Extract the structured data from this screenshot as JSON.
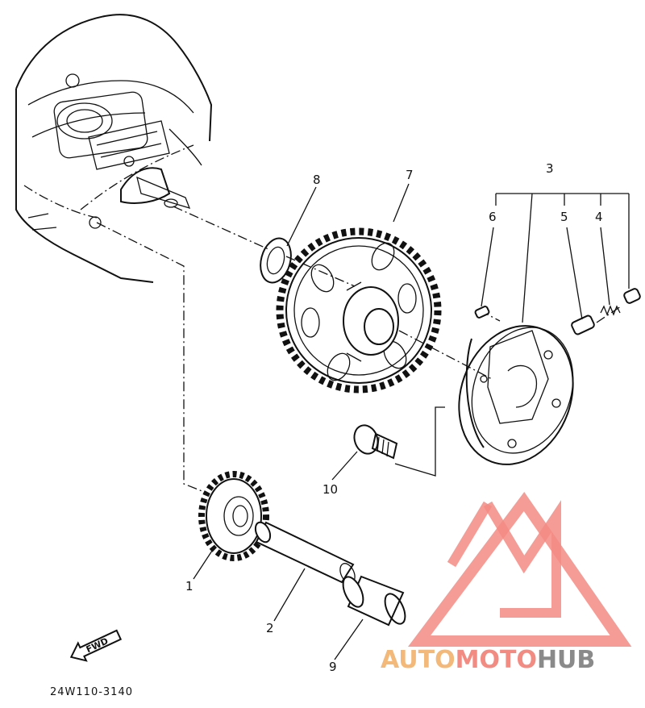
{
  "diagram": {
    "part_callouts": [
      {
        "number": "1"
      },
      {
        "number": "2"
      },
      {
        "number": "3"
      },
      {
        "number": "4"
      },
      {
        "number": "5"
      },
      {
        "number": "6"
      },
      {
        "number": "7"
      },
      {
        "number": "8"
      },
      {
        "number": "9"
      },
      {
        "number": "10"
      }
    ],
    "fwd_label": "FWD",
    "drawing_code": "24W110-3140"
  },
  "watermark": {
    "part1": "AUTO",
    "part2": "MOTO",
    "part3": "HUB",
    "colors": {
      "triangle": "#f28b82",
      "auto": "#f2b97a",
      "moto": "#f28b82",
      "hub": "#8a8a8a"
    }
  }
}
